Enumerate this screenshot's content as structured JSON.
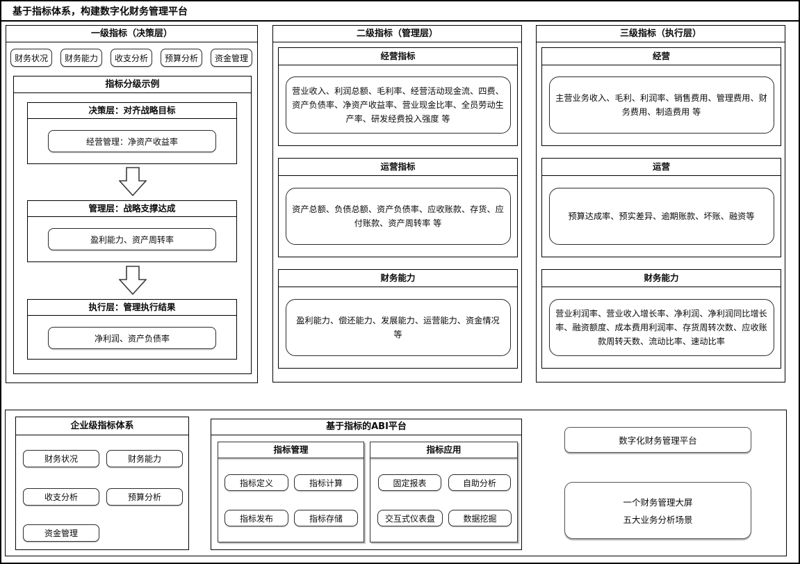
{
  "colors": {
    "stroke": "#1a1a1a",
    "background": "#ffffff"
  },
  "page_title": "基于指标体系，构建数字化财务管理平台",
  "level1": {
    "title": "一级指标（决策层）",
    "chips": [
      "财务状况",
      "财务能力",
      "收支分析",
      "预算分析",
      "资金管理"
    ],
    "example": {
      "title": "指标分级示例",
      "stages": [
        {
          "header": "决策层：对齐战略目标",
          "item": "经营管理：净资产收益率"
        },
        {
          "header": "管理层：战略支撑达成",
          "item": "盈利能力、资产周转率"
        },
        {
          "header": "执行层：管理执行结果",
          "item": "净利润、资产负债率"
        }
      ]
    }
  },
  "level2": {
    "title": "二级指标（管理层）",
    "sections": [
      {
        "header": "经营指标",
        "body": "营业收入、利润总额、毛利率、经营活动现金流、四费、资产负债率、净资产收益率、营业现金比率、全员劳动生产率、研发经费投入强度 等"
      },
      {
        "header": "运营指标",
        "body": "资产总额、负债总额、资产负债率、应收账款、存货、应付账款、资产周转率 等"
      },
      {
        "header": "财务能力",
        "body": "盈利能力、偿还能力、发展能力、运营能力、资金情况 等"
      }
    ]
  },
  "level3": {
    "title": "三级指标（执行层）",
    "sections": [
      {
        "header": "经营",
        "body": "主营业务收入、毛利、利润率、销售费用、管理费用、财务费用、制造费用 等"
      },
      {
        "header": "运营",
        "body": "预算达成率、预实差异、逾期账款、坏账、融资等"
      },
      {
        "header": "财务能力",
        "body": "营业利润率、营业收入增长率、净利润、净利润同比增长率、融资额度、成本费用利润率、存货周转次数、应收账款周转天数、流动比率、速动比率"
      }
    ]
  },
  "enterprise": {
    "title": "企业级指标体系",
    "buttons": [
      "财务状况",
      "财务能力",
      "收支分析",
      "预算分析",
      "资金管理"
    ]
  },
  "abi": {
    "title": "基于指标的ABI平台",
    "groups": [
      {
        "title": "指标管理",
        "buttons": [
          "指标定义",
          "指标计算",
          "指标发布",
          "指标存储"
        ]
      },
      {
        "title": "指标应用",
        "buttons": [
          "固定报表",
          "自助分析",
          "交互式仪表盘",
          "数据挖掘"
        ]
      }
    ]
  },
  "platform": {
    "pill": "数字化财务管理平台",
    "summary_line1": "一个财务管理大屏",
    "summary_line2": "五大业务分析场景"
  }
}
